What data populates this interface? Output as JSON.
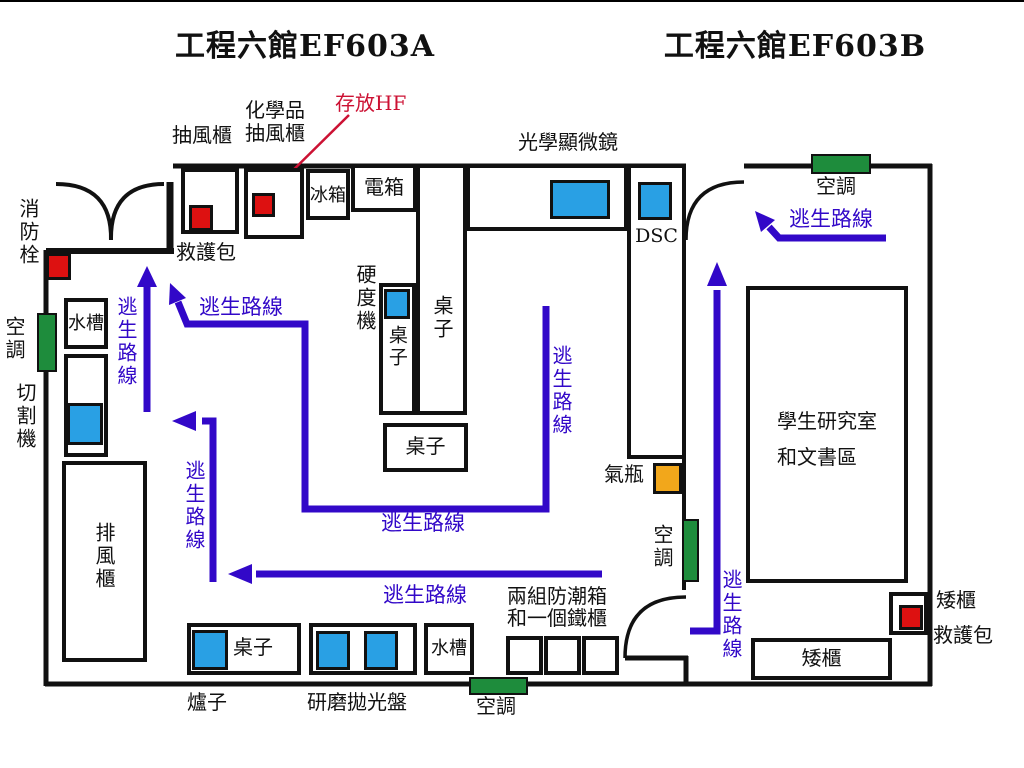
{
  "titles": {
    "room_a": "工程六館EF603A",
    "room_b": "工程六館EF603B"
  },
  "labels": {
    "escape_route": "逃生路線",
    "hf_storage": "存放HF",
    "fume_hood": "抽風櫃",
    "chemical_fume_hood": "化學品\n抽風櫃",
    "first_aid_kit": "救護包",
    "fridge": "冰箱",
    "electrical_box": "電箱",
    "optical_microscope": "光學顯微鏡",
    "dsc": "DSC",
    "fire_hydrant": "消防栓",
    "air_conditioner": "空調",
    "sink": "水槽",
    "cutting_machine": "切割機",
    "exhaust_cabinet": "排風櫃",
    "hardness_machine": "硬度機",
    "table": "桌子",
    "stove": "爐子",
    "grinding_polisher": "研磨拋光盤",
    "dampproof_cabinets": "兩組防潮箱\n和一個鐵櫃",
    "gas_cylinder": "氣瓶",
    "student_area": "學生研究室\n和文書區",
    "low_cabinet": "矮櫃"
  },
  "colors": {
    "route_blue": "#3208C8",
    "equipment_blue": "#29A0E4",
    "alert_red": "#DD1111",
    "ac_green": "#1E8C3C",
    "gas_orange": "#F2A71B",
    "hf_red": "#CC1133",
    "wall_black": "#111111"
  }
}
